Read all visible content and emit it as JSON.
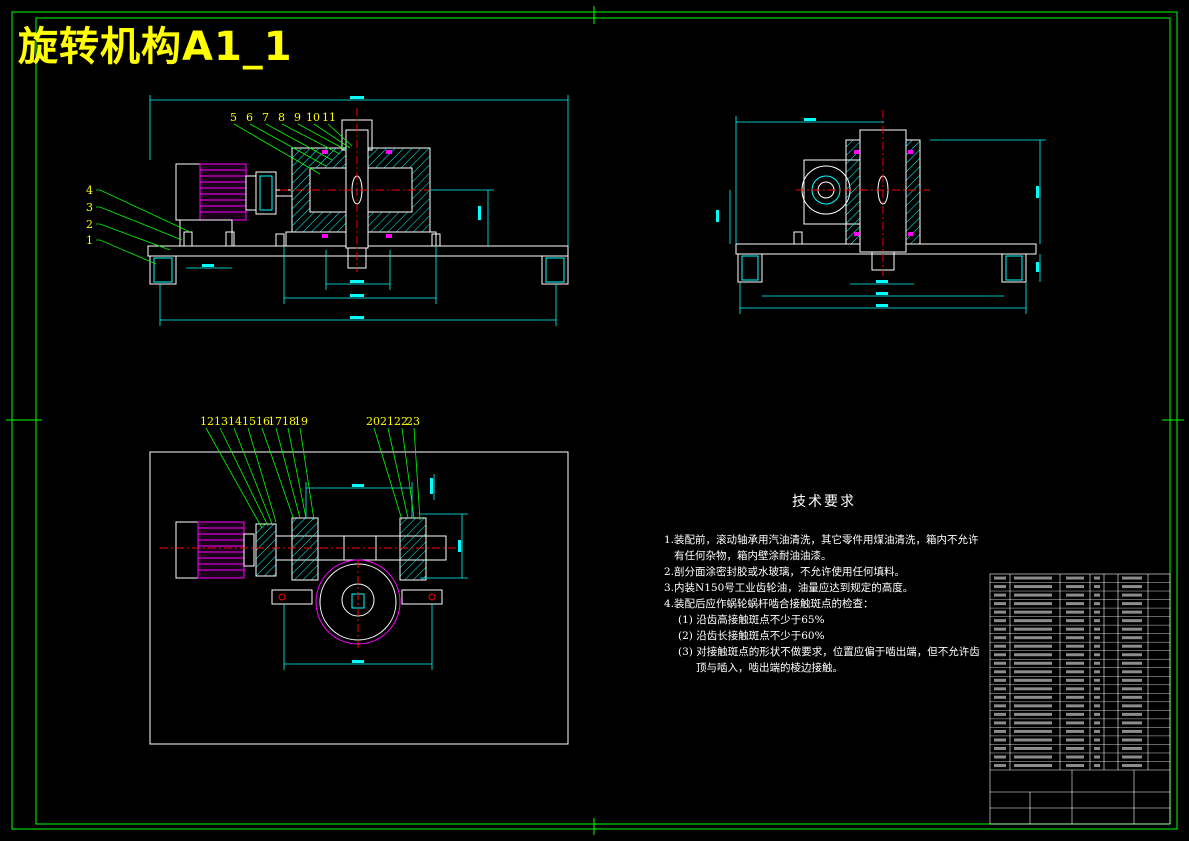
{
  "title": "旋转机构A1_1",
  "colors": {
    "background": "#000000",
    "frame": "#00ff00",
    "outline": "#ffffff",
    "dimension": "#00ffff",
    "leader": "#00ff00",
    "balloon_text": "#ffff00",
    "hatch": "#00ffff",
    "motor": "#ff00ff",
    "center_line": "#ff0000",
    "title_text": "#ffff00"
  },
  "balloons": {
    "front_left": [
      "4",
      "3",
      "2",
      "1"
    ],
    "front_top": [
      "5",
      "6",
      "7",
      "8",
      "9",
      "10",
      "11"
    ],
    "plan_left": [
      "12",
      "13",
      "14",
      "15",
      "16",
      "17",
      "18",
      "19"
    ],
    "plan_right": [
      "20",
      "21",
      "22",
      "23"
    ]
  },
  "notes": {
    "heading": "技术要求",
    "items": [
      "1.装配前，滚动轴承用汽油清洗，其它零件用煤油清洗，箱内不允许",
      "有任何杂物，箱内壁涂耐油油漆。",
      "2.剖分面涂密封胶或水玻璃，不允许使用任何填料。",
      "3.内装N150号工业齿轮油，油量应达到规定的高度。",
      "4.装配后应作蜗轮蜗杆啮合接触斑点的检查：",
      "(1) 沿齿高接触斑点不少于65%",
      "(2) 沿齿长接触斑点不少于60%",
      "(3) 对接触斑点的形状不做要求，位置应偏于啮出端，但不允许齿",
      "顶与啮入，啮出端的棱边接触。"
    ]
  }
}
